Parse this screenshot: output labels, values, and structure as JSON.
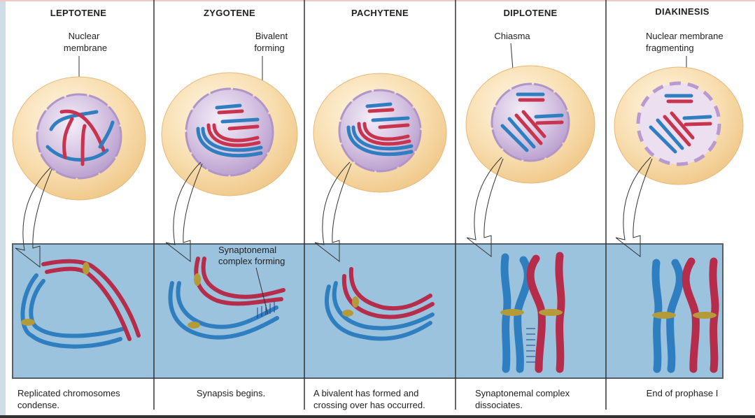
{
  "stages": [
    {
      "name": "LEPTOTENE",
      "label_lines": [
        "Nuclear",
        "membrane"
      ],
      "caption_lines": [
        "Replicated chromosomes",
        "condense."
      ]
    },
    {
      "name": "ZYGOTENE",
      "label_lines": [
        "Bivalent",
        "forming"
      ],
      "inset_label_lines": [
        "Synaptonemal",
        "complex forming"
      ],
      "caption_lines": [
        "Synapsis begins."
      ]
    },
    {
      "name": "PACHYTENE",
      "caption_lines": [
        "A bivalent has formed and",
        "crossing over has occurred."
      ]
    },
    {
      "name": "DIPLOTENE",
      "label_lines": [
        "Chiasma"
      ],
      "caption_lines": [
        "Synaptonemal complex",
        "dissociates."
      ]
    },
    {
      "name": "DIAKINESIS",
      "label_lines": [
        "Nuclear membrane",
        "fragmenting"
      ],
      "caption_lines": [
        "End of prophase I"
      ]
    }
  ],
  "colors": {
    "cell": "#f7d9a8",
    "nucleus": "#c9b4d8",
    "inset_bg": "#9cc3dd",
    "maternal": "#c8344e",
    "paternal": "#2f7fc0",
    "centromere": "#b59a3a"
  }
}
